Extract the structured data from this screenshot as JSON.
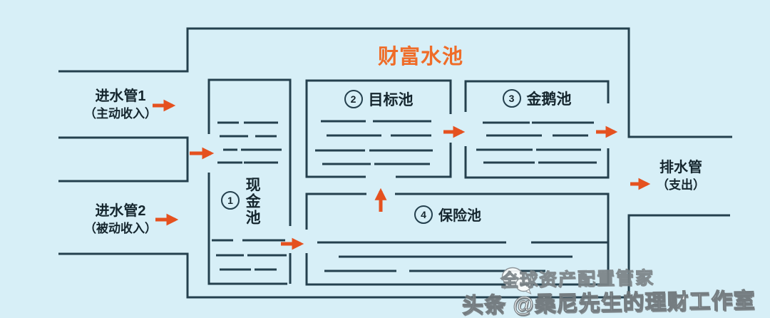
{
  "title": "财富水池",
  "inflows": [
    {
      "label": "进水管1",
      "sublabel": "（主动收入）"
    },
    {
      "label": "进水管2",
      "sublabel": "（被动收入）"
    }
  ],
  "drain": {
    "label": "排水管",
    "sublabel": "（支出）"
  },
  "pools": [
    {
      "num": "1",
      "label": "现金池"
    },
    {
      "num": "2",
      "label": "目标池"
    },
    {
      "num": "3",
      "label": "金鹅池"
    },
    {
      "num": "4",
      "label": "保险池"
    }
  ],
  "watermark": {
    "icon": "wechat-icon",
    "brand": "全球资产配置管家",
    "credit": "头条 @桑尼先生的理财工作室"
  },
  "colors": {
    "background": "#d7eff7",
    "pipe": "#24404e",
    "arrow": "#e5511f",
    "title": "#ef6c28",
    "text": "#15262e",
    "watermark": "#ffffff"
  }
}
